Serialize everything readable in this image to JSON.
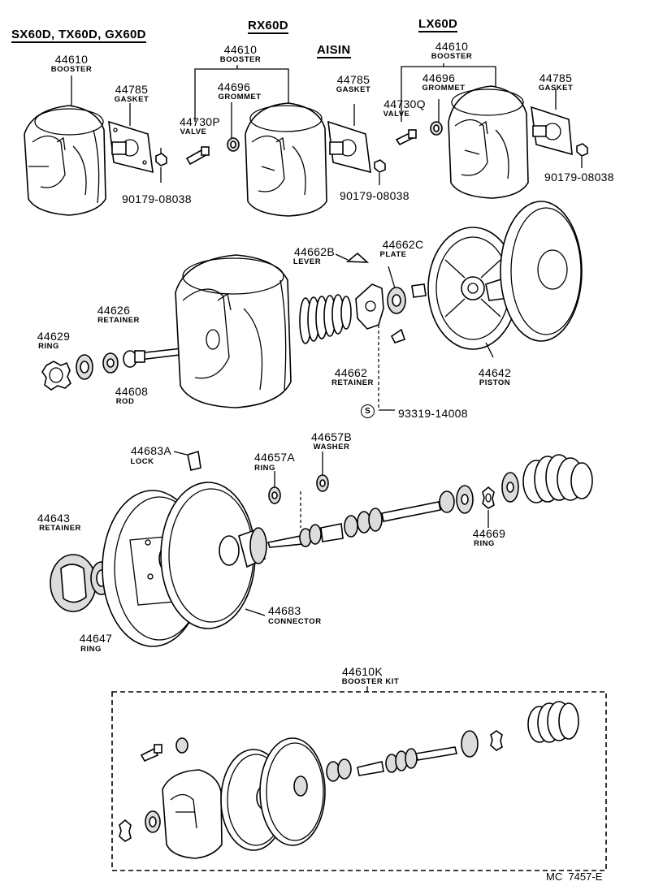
{
  "headers": {
    "models_left": "SX60D, TX60D, GX60D",
    "model_mid": "RX60D",
    "model_right": "LX60D",
    "maker": "AISIN"
  },
  "labels": {
    "booster_left": {
      "num": "44610",
      "cap": "BOOSTER"
    },
    "gasket_left": {
      "num": "44785",
      "cap": "GASKET"
    },
    "nut_left": {
      "num": "90179-08038"
    },
    "booster_mid": {
      "num": "44610",
      "cap": "BOOSTER"
    },
    "grommet_mid": {
      "num": "44696",
      "cap": "GROMMET"
    },
    "valve_mid": {
      "num": "44730P",
      "cap": "VALVE"
    },
    "gasket_mid": {
      "num": "44785",
      "cap": "GASKET"
    },
    "nut_mid": {
      "num": "90179-08038"
    },
    "booster_right": {
      "num": "44610",
      "cap": "BOOSTER"
    },
    "grommet_right": {
      "num": "44696",
      "cap": "GROMMET"
    },
    "valve_right": {
      "num": "44730Q",
      "cap": "VALVE"
    },
    "gasket_right": {
      "num": "44785",
      "cap": "GASKET"
    },
    "nut_right": {
      "num": "90179-08038"
    },
    "lever": {
      "num": "44662B",
      "cap": "LEVER"
    },
    "plate": {
      "num": "44662C",
      "cap": "PLATE"
    },
    "retainer_44626": {
      "num": "44626",
      "cap": "RETAINER"
    },
    "ring_44629": {
      "num": "44629",
      "cap": "RING"
    },
    "rod": {
      "num": "44608",
      "cap": "ROD"
    },
    "retainer_44662": {
      "num": "44662",
      "cap": "RETAINER"
    },
    "piston": {
      "num": "44642",
      "cap": "PISTON"
    },
    "screw": {
      "symbol": "S",
      "num": "93319-14008"
    },
    "lock": {
      "num": "44683A",
      "cap": "LOCK"
    },
    "ring_44657a": {
      "num": "44657A",
      "cap": "RING"
    },
    "washer": {
      "num": "44657B",
      "cap": "WASHER"
    },
    "retainer_44643": {
      "num": "44643",
      "cap": "RETAINER"
    },
    "ring_44669": {
      "num": "44669",
      "cap": "RING"
    },
    "connector": {
      "num": "44683",
      "cap": "CONNECTOR"
    },
    "ring_44647": {
      "num": "44647",
      "cap": "RING"
    },
    "booster_kit": {
      "num": "44610K",
      "cap": "BOOSTER KIT"
    }
  },
  "footer": {
    "code": "MC  7457-E"
  }
}
